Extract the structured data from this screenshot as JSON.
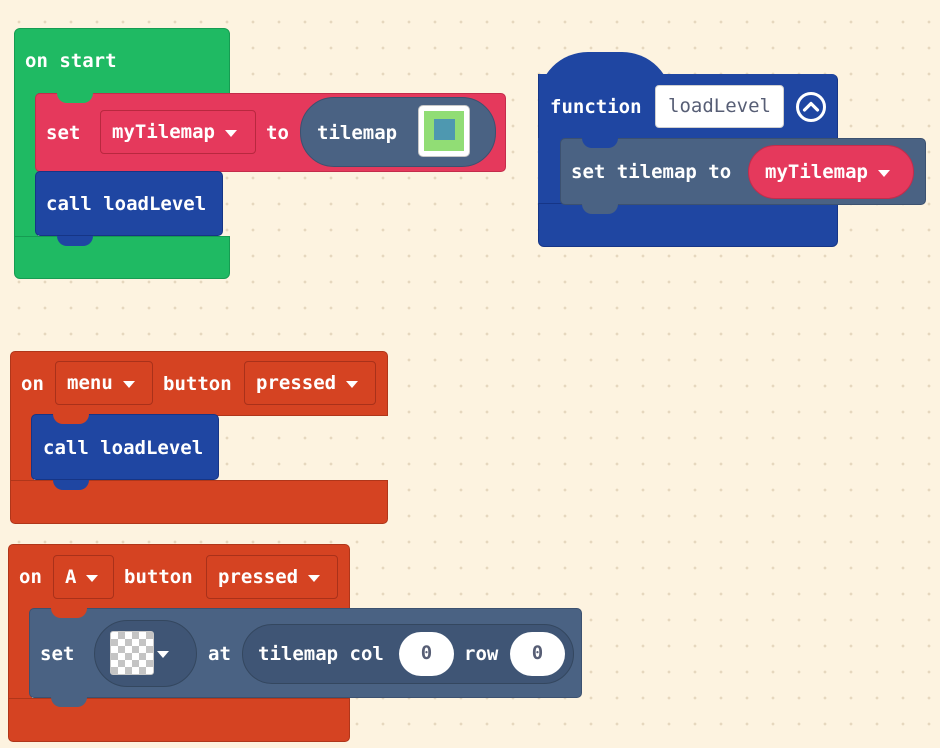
{
  "colors": {
    "workspace_bg": "#fdf3e0",
    "loops_green": "#1fba63",
    "variables_red": "#e5395c",
    "functions_blue": "#1f46a2",
    "scene_slate": "#4a6283",
    "controller_orange": "#d54322",
    "tile_green": "#91dd75",
    "tile_teal": "#4e98b0"
  },
  "on_start": {
    "label": "on start",
    "set_stmt": {
      "set_label": "set",
      "variable": "myTilemap",
      "to_label": "to",
      "value_label": "tilemap",
      "thumbnail_icon": "tilemap-thumbnail-icon"
    },
    "call_stmt": {
      "label": "call loadLevel"
    }
  },
  "function_def": {
    "keyword": "function",
    "name": "loadLevel",
    "collapse_icon": "chevron-up-circle-icon",
    "body": {
      "label": "set tilemap to",
      "variable": "myTilemap"
    }
  },
  "menu_handler": {
    "on_label": "on",
    "button_name": "menu",
    "button_label": "button",
    "event": "pressed",
    "call_stmt": {
      "label": "call loadLevel"
    }
  },
  "a_handler": {
    "on_label": "on",
    "button_name": "A",
    "button_label": "button",
    "event": "pressed",
    "set_stmt": {
      "set_label": "set",
      "tile_icon": "transparent-tile-icon",
      "at_label": "at",
      "location_label": "tilemap col",
      "col_value": "0",
      "row_label": "row",
      "row_value": "0"
    }
  },
  "dropdown_icon": "caret-down-icon"
}
